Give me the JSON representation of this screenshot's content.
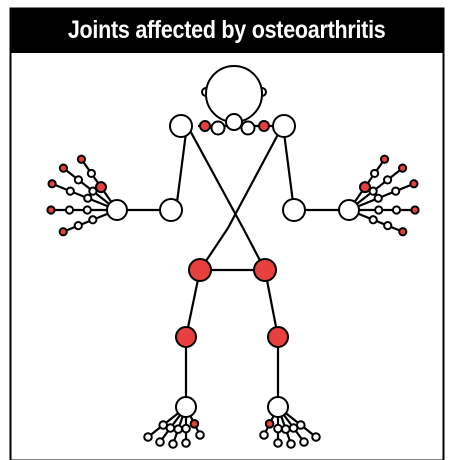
{
  "title": "Joints affected by osteoarthritis",
  "colors": {
    "affected_joint": "#e8403f",
    "unaffected_joint": "#ffffff",
    "outline": "#000000",
    "title_background": "#000000",
    "title_text": "#ffffff"
  },
  "joints": {
    "head": "unaffected",
    "ears": "unaffected",
    "neck": "affected",
    "shoulders": "unaffected",
    "elbows": "unaffected",
    "wrists": "unaffected",
    "thumb_base": "affected",
    "finger_tips": "affected",
    "finger_middle": "unaffected",
    "hips": "affected",
    "knees": "affected",
    "ankles": "unaffected",
    "big_toe_base": "affected",
    "other_toes": "unaffected"
  }
}
